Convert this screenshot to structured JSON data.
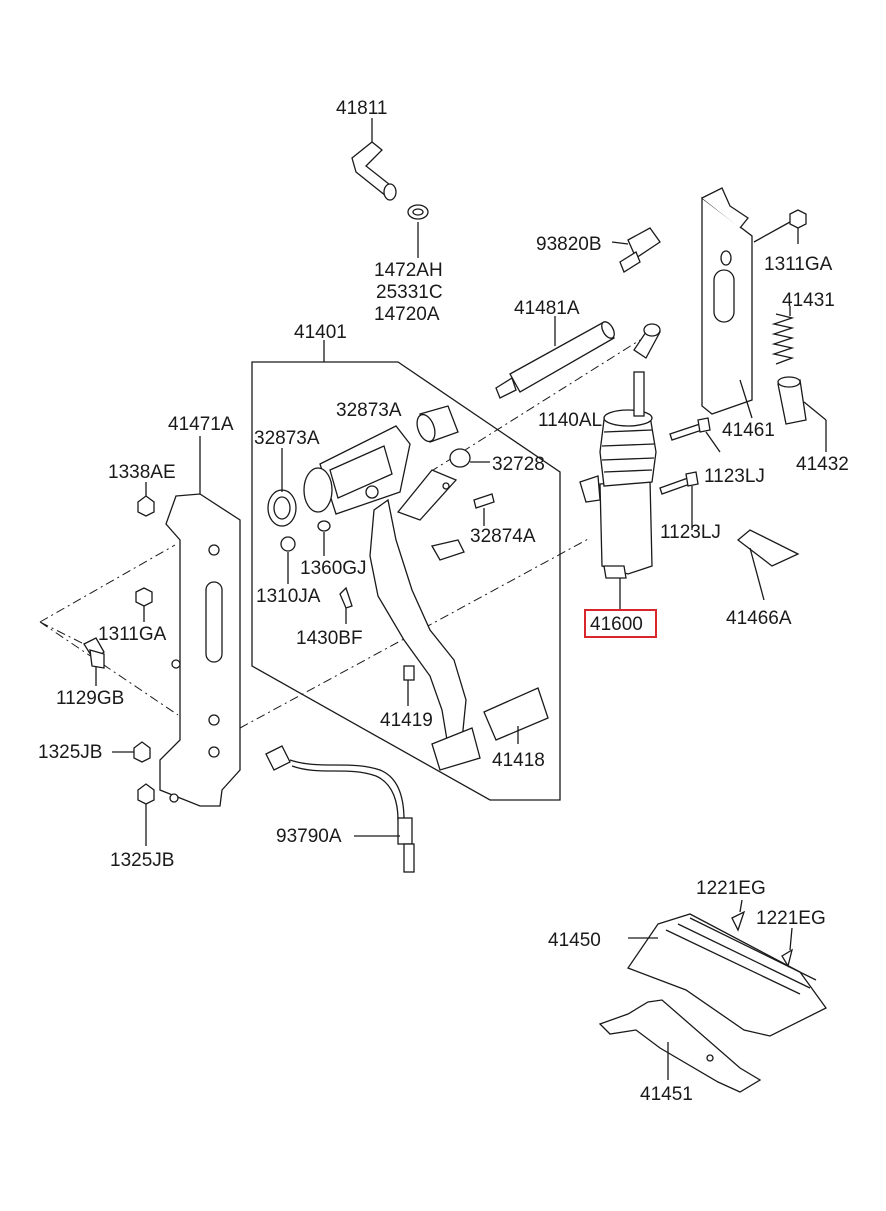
{
  "highlight_color": "#d9262b",
  "labels": {
    "p41811": "41811",
    "p1472AH": "1472AH",
    "p25331C": "25331C",
    "p14720A": "14720A",
    "p93820B": "93820B",
    "p1311GA_top": "1311GA",
    "p41431": "41431",
    "p41481A": "41481A",
    "p41401": "41401",
    "p32873A_1": "32873A",
    "p32873A_2": "32873A",
    "p1140AL": "1140AL",
    "p41461": "41461",
    "p41432": "41432",
    "p41471A": "41471A",
    "p32728": "32728",
    "p1123LJ_1": "1123LJ",
    "p1123LJ_2": "1123LJ",
    "p1338AE": "1338AE",
    "p32874A": "32874A",
    "p1360GJ": "1360GJ",
    "p1310JA": "1310JA",
    "p41600": "41600",
    "p41466A": "41466A",
    "p1311GA_left": "1311GA",
    "p1430BF": "1430BF",
    "p1129GB": "1129GB",
    "p41419": "41419",
    "p1325JB_1": "1325JB",
    "p41418": "41418",
    "p93790A": "93790A",
    "p1325JB_2": "1325JB",
    "p1221EG_1": "1221EG",
    "p1221EG_2": "1221EG",
    "p41450": "41450",
    "p41451": "41451"
  }
}
